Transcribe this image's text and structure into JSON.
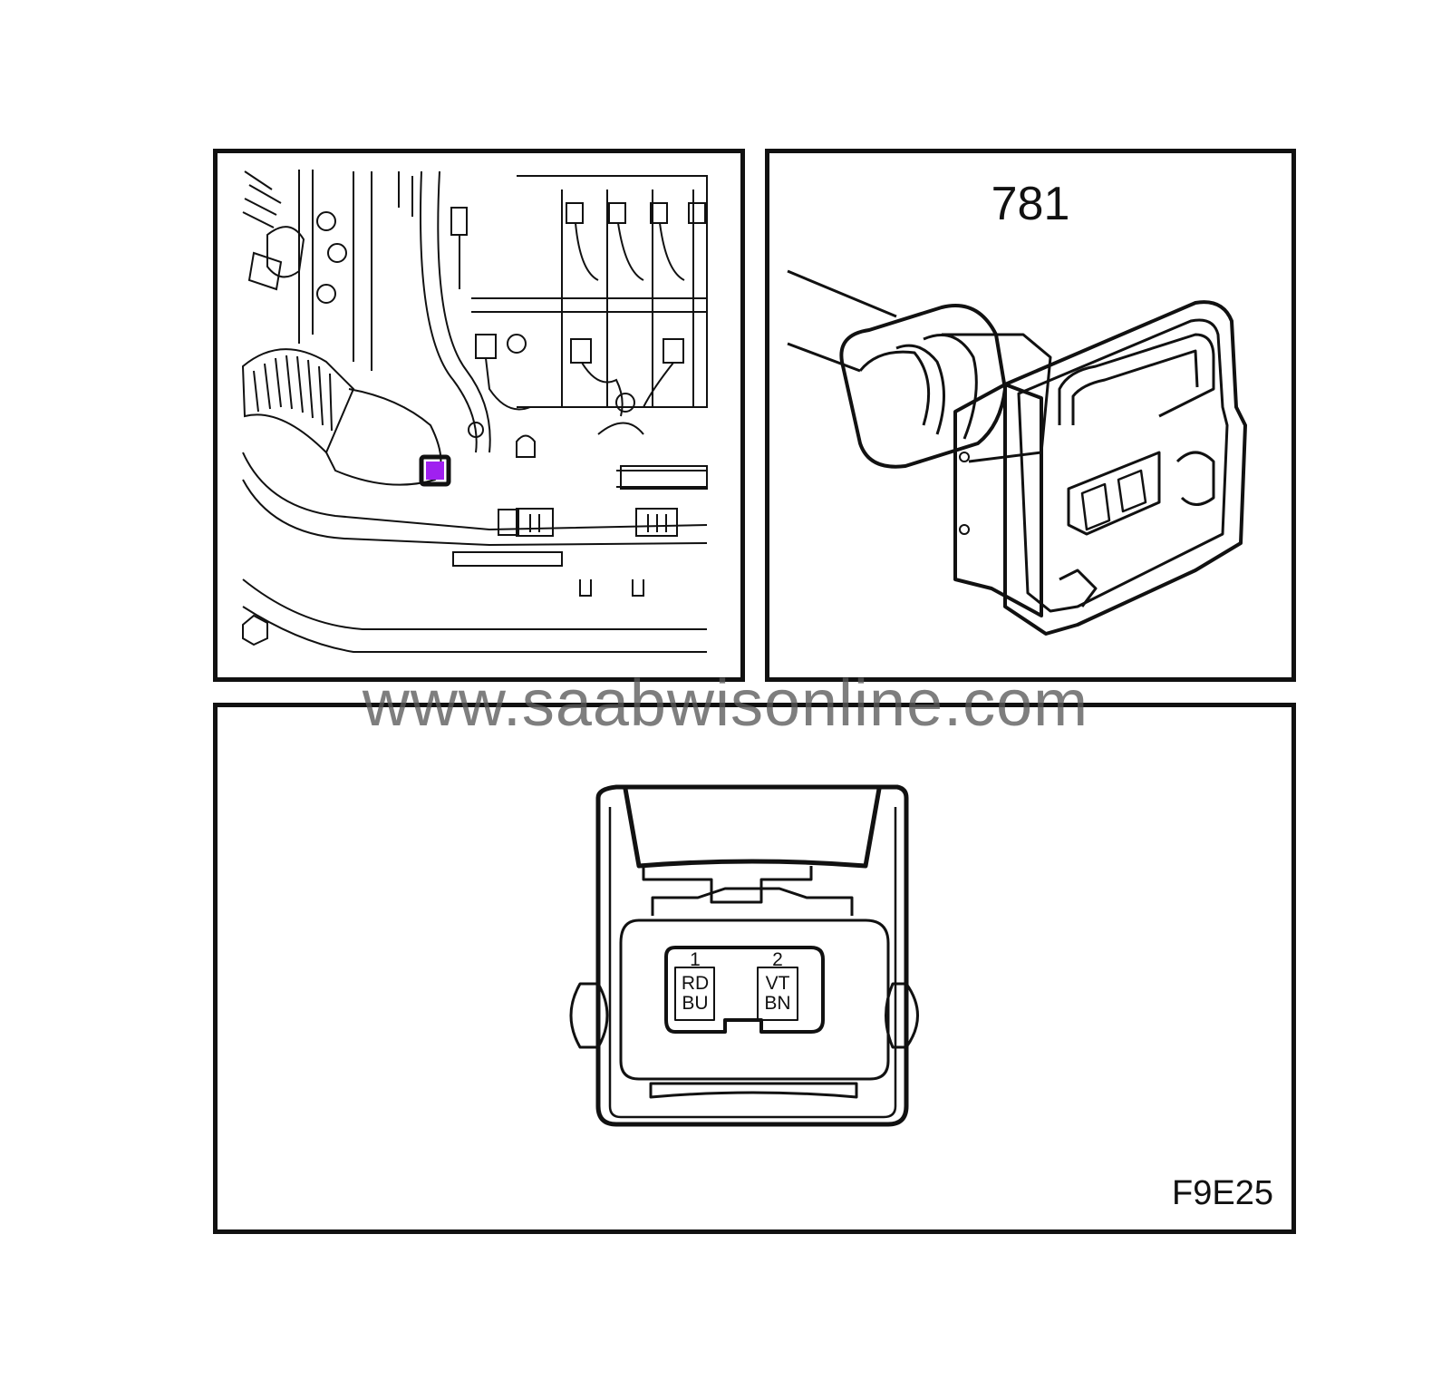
{
  "watermark": "www.saabwisonline.com",
  "connector_number": "781",
  "figure_code": "F9E25",
  "location_marker_color": "#a020f0",
  "pins": [
    {
      "number": "1",
      "colors": [
        "RD",
        "BU"
      ]
    },
    {
      "number": "2",
      "colors": [
        "VT",
        "BN"
      ]
    }
  ]
}
